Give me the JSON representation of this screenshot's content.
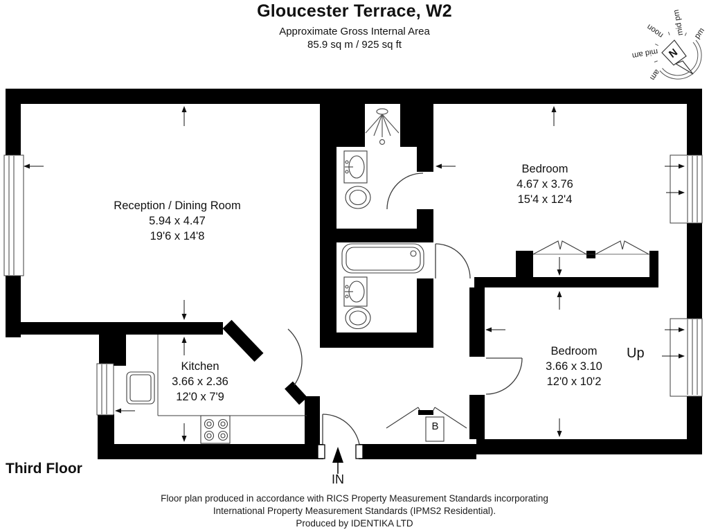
{
  "title": "Gloucester Terrace, W2",
  "subtitle": "Approximate Gross Internal Area",
  "area": "85.9 sq m / 925 sq ft",
  "floor_label": "Third Floor",
  "entrance_label": "IN",
  "stairs_label": "Up",
  "boiler_label": "B",
  "rooms": [
    {
      "name": "Reception / Dining Room",
      "metric": "5.94 x 4.47",
      "imperial": "19'6 x 14'8"
    },
    {
      "name": "Bedroom",
      "metric": "4.67 x 3.76",
      "imperial": "15'4 x 12'4"
    },
    {
      "name": "Kitchen",
      "metric": "3.66 x 2.36",
      "imperial": "12'0 x 7'9"
    },
    {
      "name": "Bedroom",
      "metric": "3.66 x 3.10",
      "imperial": "12'0 x 10'2"
    }
  ],
  "compass": {
    "labels": [
      "am",
      "mid am",
      "noon",
      "mid pm",
      "pm"
    ],
    "north_label": "N"
  },
  "footer": {
    "line1": "Floor plan produced in accordance with RICS Property Measurement Standards incorporating",
    "line2": "International Property Measurement Standards (IPMS2 Residential).",
    "line3": "Produced by IDENTIKA LTD"
  },
  "colors": {
    "wall": "#000000",
    "line": "#3c3c3c",
    "background": "#ffffff"
  }
}
